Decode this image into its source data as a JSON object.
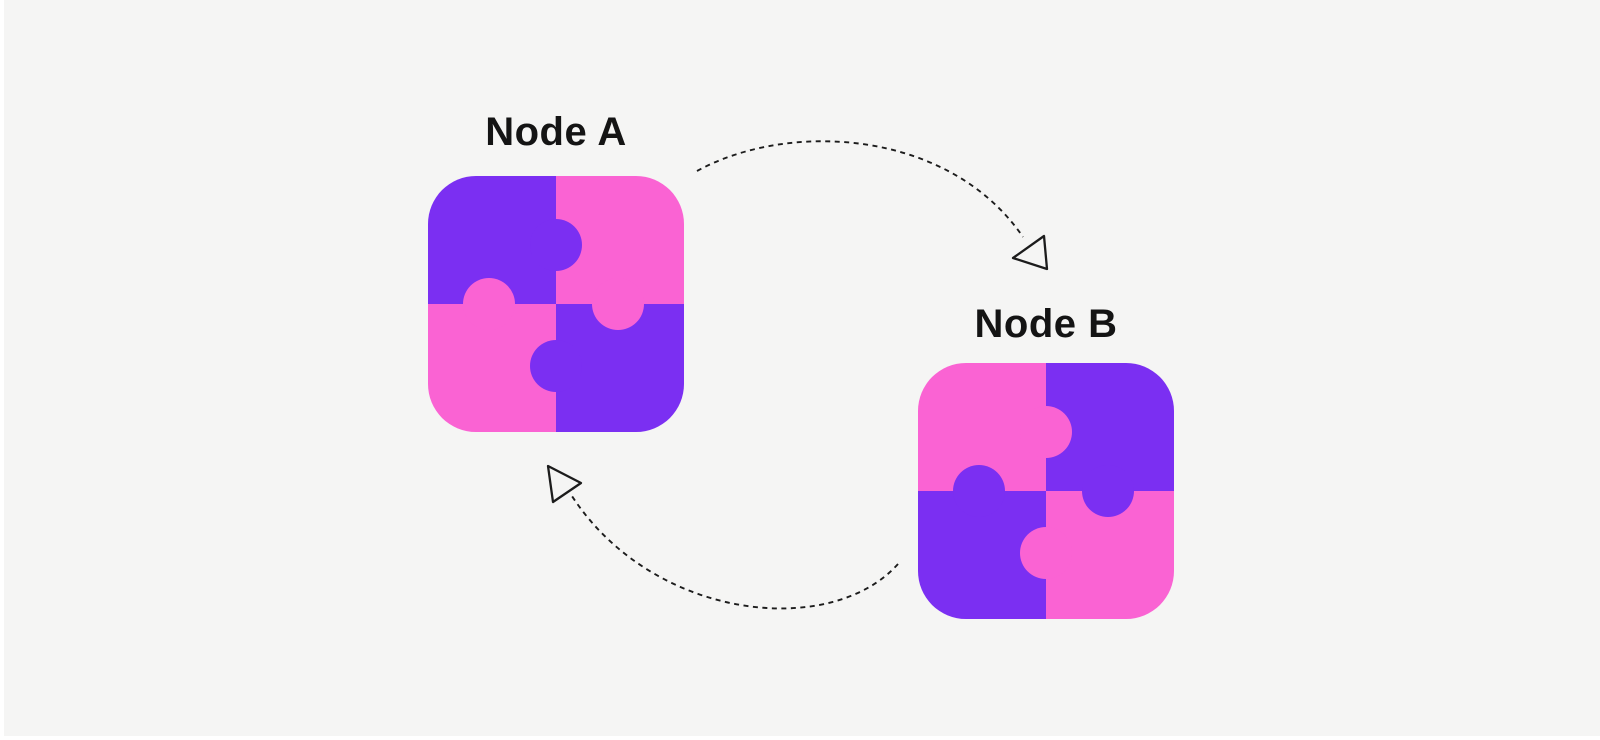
{
  "diagram": {
    "background_color": "#F5F5F4",
    "edge_margin_color": "#FFFFFF",
    "colors": {
      "purple": "#7B2FF2",
      "pink": "#FA63D3",
      "label_text": "#141414",
      "connector": "#1C1C1C"
    },
    "nodes": [
      {
        "label": "Node A",
        "shape": "puzzle-square",
        "quadrants": {
          "top_left": "#7B2FF2",
          "top_right": "#FA63D3",
          "bottom_left": "#FA63D3",
          "bottom_right": "#7B2FF2"
        }
      },
      {
        "label": "Node B",
        "shape": "puzzle-square",
        "quadrants": {
          "top_left": "#FA63D3",
          "top_right": "#7B2FF2",
          "bottom_left": "#7B2FF2",
          "bottom_right": "#FA63D3"
        }
      }
    ],
    "connectors": [
      {
        "from": "Node A",
        "to": "Node B",
        "line_style": "dashed",
        "arrowhead": "open-triangle",
        "position": "top"
      },
      {
        "from": "Node B",
        "to": "Node A",
        "line_style": "dashed",
        "arrowhead": "open-triangle",
        "position": "bottom"
      }
    ]
  }
}
